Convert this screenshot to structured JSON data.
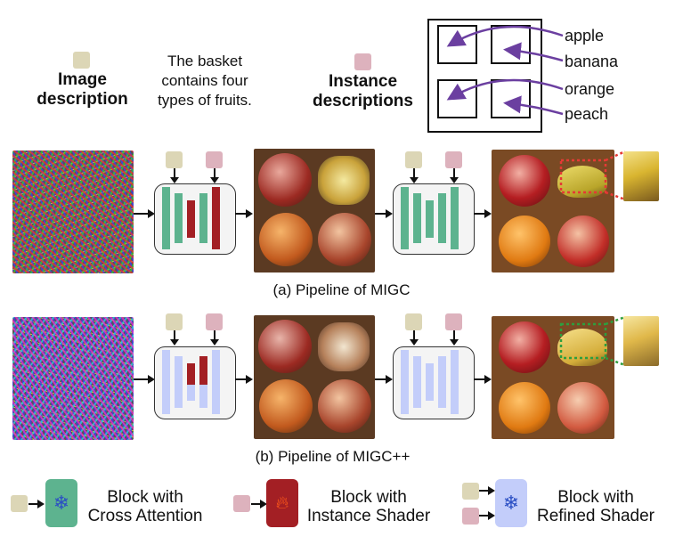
{
  "header": {
    "image_description_label": "Image\ndescription",
    "image_description_text": "The basket\ncontains four\ntypes of fruits.",
    "instance_descriptions_label": "Instance\ndescriptions",
    "instances": [
      "apple",
      "banana",
      "orange",
      "peach"
    ]
  },
  "captions": {
    "migc": "(a) Pipeline of MIGC",
    "migcpp": "(b) Pipeline of MIGC++"
  },
  "legend": {
    "cross_attention": "Block with\nCross Attention",
    "instance_shader": "Block with\nInstance Shader",
    "refined_shader": "Block with\nRefined Shader"
  },
  "colors": {
    "image_desc_token": "#dcd6b6",
    "instance_desc_token": "#ddb2bd",
    "cross_attention_block": "#5db38f",
    "instance_shader_block": "#a31f24",
    "refined_shader_block": "#c3cdfa",
    "arrow_purple": "#6b3fa0",
    "zoom_red": "#e53935",
    "zoom_green": "#2e9e3e"
  },
  "icons": [
    "snowflake-icon",
    "flame-icon",
    "arrow-right-icon"
  ]
}
